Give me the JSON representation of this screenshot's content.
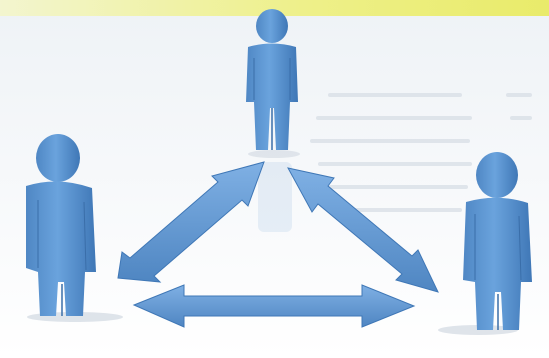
{
  "scene": {
    "figure_color": "#5b94d1",
    "figure_shade": "#3f77b6",
    "arrow_color": "#5a92cf",
    "background_color": "#f4f6f8",
    "top_strip_color": "#e9eb6a",
    "faint_text_color": "#cfd7df"
  },
  "figures": [
    {
      "name": "top-person-figure"
    },
    {
      "name": "left-person-figure"
    },
    {
      "name": "right-person-figure"
    }
  ],
  "arrows": [
    {
      "name": "arrow-left-to-top"
    },
    {
      "name": "arrow-top-to-right"
    },
    {
      "name": "arrow-left-to-right"
    }
  ]
}
